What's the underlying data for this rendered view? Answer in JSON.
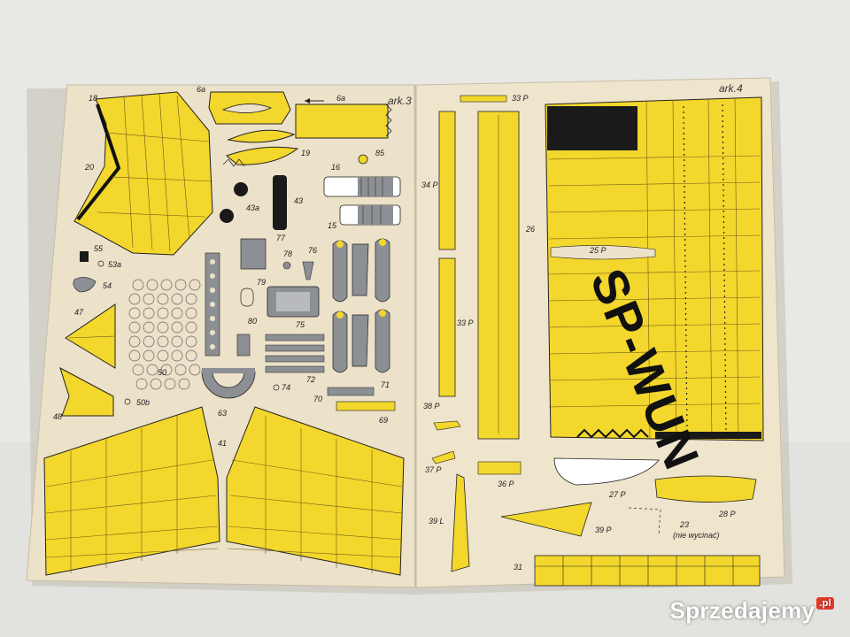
{
  "sheets": {
    "left_label": "ark.3",
    "right_label": "ark.4"
  },
  "registration": "SP-WUN",
  "part_labels": {
    "p18": "18",
    "p6a": "6a",
    "p6": "6a",
    "p20": "20",
    "p19": "19",
    "p85": "85",
    "p16": "16",
    "p43": "43",
    "p43a": "43a",
    "p15": "15",
    "p77": "77",
    "p76": "76",
    "p78": "78",
    "p55": "55",
    "p53a": "53a",
    "p54": "54",
    "p79": "79",
    "p47": "47",
    "p80": "80",
    "p75": "75",
    "p50": "50",
    "p72": "72",
    "p74": "74",
    "p70": "70",
    "p71": "71",
    "p50b": "50b",
    "p63": "63",
    "p48": "48",
    "p69": "69",
    "p41": "41",
    "p33p_top": "33 P",
    "p34p": "34 P",
    "p26": "26",
    "p33p": "33 P",
    "p38p": "38 P",
    "p37p": "37 P",
    "p36p": "36 P",
    "p39l": "39 L",
    "p39p": "39 P",
    "p25p": "25 P",
    "p27p": "27 P",
    "p28p": "28 P",
    "p23": "23",
    "p23note": "(nie wycinać)",
    "p31": "31"
  },
  "watermark": {
    "text": "Sprzedajemy",
    "suffix": ".pl"
  },
  "colors": {
    "yellow": "#f3d72c",
    "paper": "#ece1c9",
    "ink": "#1a1a1a",
    "gray": "#8c8f93",
    "background": "#e9e9e6"
  }
}
